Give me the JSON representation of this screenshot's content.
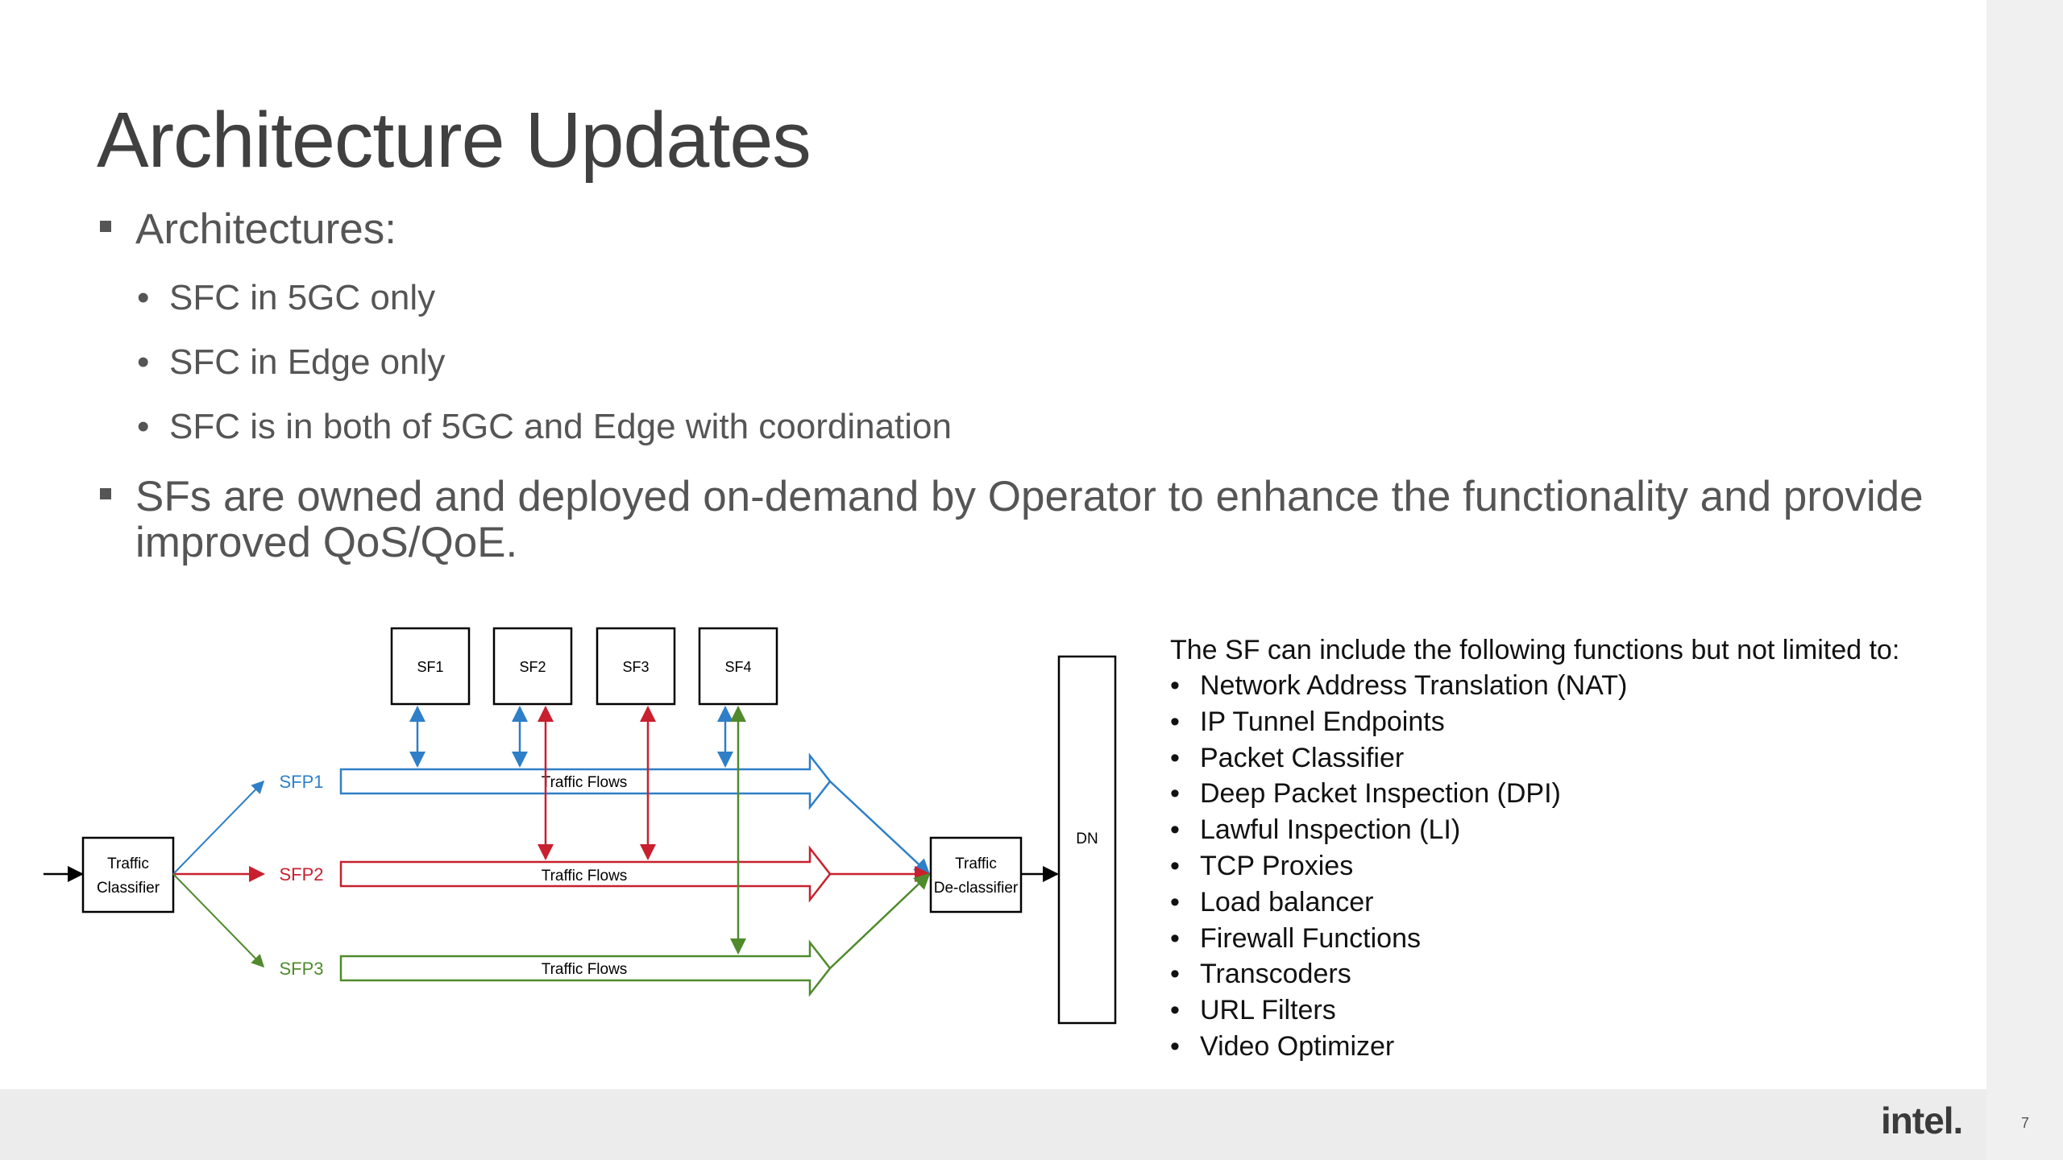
{
  "slide": {
    "title": "Architecture Updates",
    "bullets": [
      {
        "text": "Architectures:",
        "sub": [
          "SFC in 5GC only",
          "SFC in Edge only",
          "SFC is in both of 5GC and Edge with coordination"
        ]
      },
      {
        "text": "SFs are owned and deployed on-demand by Operator to enhance the functionality and provide improved QoS/QoE."
      }
    ],
    "sub_bullet_glyph": "•"
  },
  "diagram": {
    "classifier": [
      "Traffic",
      "Classifier"
    ],
    "declassifier": [
      "Traffic",
      "De-classifier"
    ],
    "dn": "DN",
    "functions": [
      "SF1",
      "SF2",
      "SF3",
      "SF4"
    ],
    "paths": [
      {
        "label": "SFP1",
        "flow": "Traffic Flows",
        "color": "#2e7fc8"
      },
      {
        "label": "SFP2",
        "flow": "Traffic Flows",
        "color": "#c8202e"
      },
      {
        "label": "SFP3",
        "flow": "Traffic Flows",
        "color": "#4f8a2c"
      }
    ]
  },
  "sf_panel": {
    "intro": "The SF can include the following functions but not limited to:",
    "items": [
      "Network Address Translation (NAT)",
      "IP Tunnel Endpoints",
      "Packet Classifier",
      "Deep Packet Inspection (DPI)",
      "Lawful Inspection (LI)",
      "TCP Proxies",
      "Load balancer",
      "Firewall Functions",
      "Transcoders",
      "URL Filters",
      "Video Optimizer"
    ]
  },
  "footer": {
    "logo": "intel.",
    "page_number": "7"
  }
}
